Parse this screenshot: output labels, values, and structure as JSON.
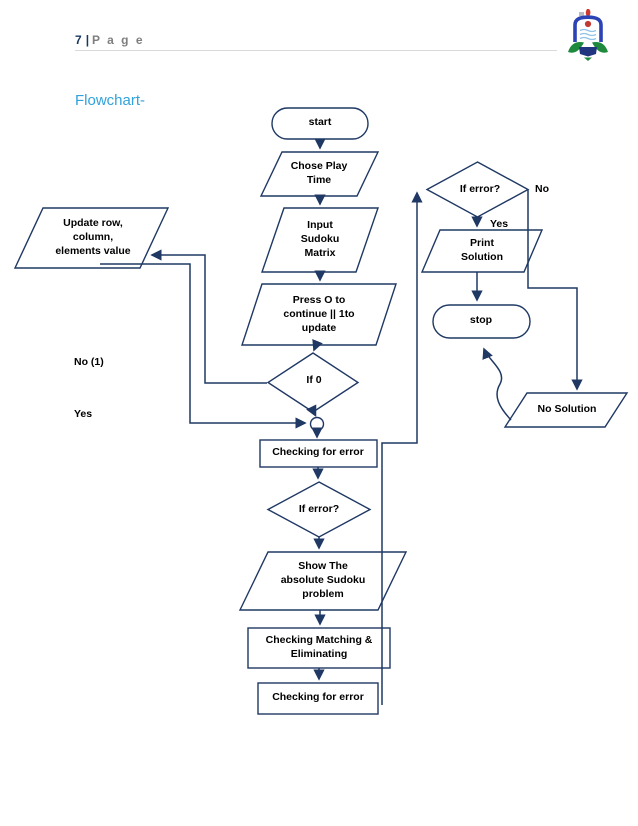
{
  "page": {
    "header": {
      "page_number": "7",
      "separator": "|",
      "page_label": "P a g e"
    },
    "logo": "college-crest",
    "title": "Flowchart-"
  },
  "colors": {
    "shape_outline": "#1f3864",
    "connector_line": "#1f3864",
    "node_text": "#000000",
    "title_blue": "#31a2da",
    "header_gray": "#7f7f7f",
    "rule_gray": "#d9d9d9"
  },
  "flowchart": {
    "nodes": {
      "start": {
        "type": "terminator",
        "label": "start"
      },
      "chose_play_time": {
        "type": "io",
        "label": "Chose Play\nTime"
      },
      "input_sudoku_matrix": {
        "type": "io",
        "label": "Input\nSudoku\nMatrix"
      },
      "press_o": {
        "type": "io",
        "label": "Press O to\ncontinue || 1to\nupdate"
      },
      "if_0": {
        "type": "decision",
        "label": "If 0"
      },
      "connector_circle": {
        "type": "connector",
        "label": ""
      },
      "checking_for_error_1": {
        "type": "process",
        "label": "Checking for error"
      },
      "if_error_center": {
        "type": "decision",
        "label": "If error?"
      },
      "show_problem": {
        "type": "io",
        "label": "Show The\nabsolute Sudoku\nproblem"
      },
      "checking_matching": {
        "type": "process",
        "label": "Checking Matching &\nEliminating"
      },
      "checking_for_error_2": {
        "type": "process",
        "label": "Checking for error"
      },
      "update_row": {
        "type": "io",
        "label": "Update row,\ncolumn,\nelements value"
      },
      "if_error_right": {
        "type": "decision",
        "label": "If error?"
      },
      "print_solution": {
        "type": "io",
        "label": "Print\nSolution"
      },
      "stop": {
        "type": "terminator",
        "label": "stop"
      },
      "no_solution": {
        "type": "io",
        "label": "No Solution"
      }
    },
    "edge_labels": {
      "no_1": "No (1)",
      "yes_left": "Yes",
      "no_right": "No",
      "yes_right": "Yes"
    },
    "edges": [
      {
        "from": "start",
        "to": "chose_play_time"
      },
      {
        "from": "chose_play_time",
        "to": "input_sudoku_matrix"
      },
      {
        "from": "input_sudoku_matrix",
        "to": "press_o"
      },
      {
        "from": "press_o",
        "to": "if_0"
      },
      {
        "from": "if_0",
        "to": "connector_circle"
      },
      {
        "from": "if_0",
        "to": "update_row",
        "label": "No (1)"
      },
      {
        "from": "update_row",
        "to": "connector_circle",
        "label": "Yes"
      },
      {
        "from": "connector_circle",
        "to": "checking_for_error_1"
      },
      {
        "from": "checking_for_error_1",
        "to": "if_error_center"
      },
      {
        "from": "if_error_center",
        "to": "show_problem"
      },
      {
        "from": "show_problem",
        "to": "checking_matching"
      },
      {
        "from": "checking_matching",
        "to": "checking_for_error_2"
      },
      {
        "from": "checking_for_error_2",
        "to": "if_error_right"
      },
      {
        "from": "if_error_right",
        "to": "print_solution",
        "label": "Yes"
      },
      {
        "from": "if_error_right",
        "to": "no_solution",
        "label": "No"
      },
      {
        "from": "print_solution",
        "to": "stop"
      },
      {
        "from": "no_solution",
        "to": "stop",
        "style": "curved"
      }
    ]
  }
}
